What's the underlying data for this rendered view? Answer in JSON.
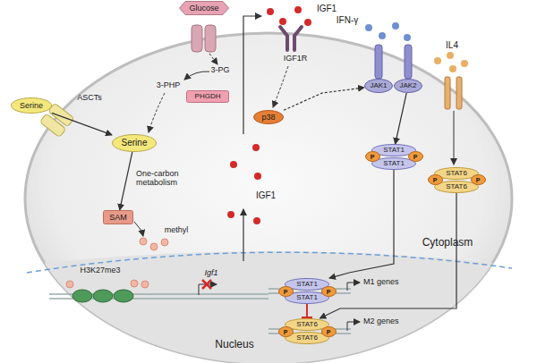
{
  "diagram": {
    "nodes": [
      {
        "text": [
          "Glucose"
        ]
      },
      {
        "text": [
          "Serine"
        ]
      },
      {
        "text": [
          "PHGDH"
        ]
      },
      {
        "text": [
          "Serine"
        ]
      },
      {
        "text": [
          "SAM"
        ]
      },
      {
        "text": [
          "p38"
        ]
      },
      {
        "text": [
          "JAK1"
        ]
      },
      {
        "text": [
          "JAK2"
        ]
      },
      {
        "text": [
          "STAT1"
        ]
      },
      {
        "text": [
          "STAT1"
        ]
      },
      {
        "text": [
          "STAT6"
        ]
      },
      {
        "text": [
          "STAT6"
        ]
      },
      {
        "text": [
          "STAT1"
        ]
      },
      {
        "text": [
          "STAT1"
        ]
      },
      {
        "text": [
          "STAT6"
        ]
      },
      {
        "text": [
          "STAT6"
        ]
      },
      {
        "text": [
          "P"
        ]
      },
      {
        "text": [
          "P"
        ]
      },
      {
        "text": [
          "P"
        ]
      },
      {
        "text": [
          "P"
        ]
      },
      {
        "text": [
          "P"
        ]
      },
      {
        "text": [
          "P"
        ]
      },
      {
        "text": [
          "P"
        ]
      },
      {
        "text": [
          "P"
        ]
      }
    ],
    "edges": [
      {
        "from": 1,
        "to": 3,
        "arrow": "to"
      },
      {
        "from": 3,
        "to": 4,
        "arrow": "to"
      },
      {
        "from": 5,
        "to": 6,
        "arrow": "to"
      },
      {
        "from": 7,
        "to": 8,
        "arrow": "to"
      },
      {
        "from": 9,
        "to": 12,
        "arrow": "to"
      },
      {
        "from": 11,
        "to": 14,
        "arrow": "to"
      },
      {
        "from": 13,
        "to": 14,
        "arrow": "to"
      }
    ],
    "labels": [
      "IGF1",
      "IGF1R",
      "IFN-γ",
      "IL4",
      "ASCTs",
      "3-PG",
      "3-PHP",
      "One-carbon metabolism",
      "IGF1",
      "methyl",
      "Cytoplasm",
      "H3K27me3",
      "Igf1",
      "M1 genes",
      "M2 genes",
      "Nucleus"
    ]
  }
}
